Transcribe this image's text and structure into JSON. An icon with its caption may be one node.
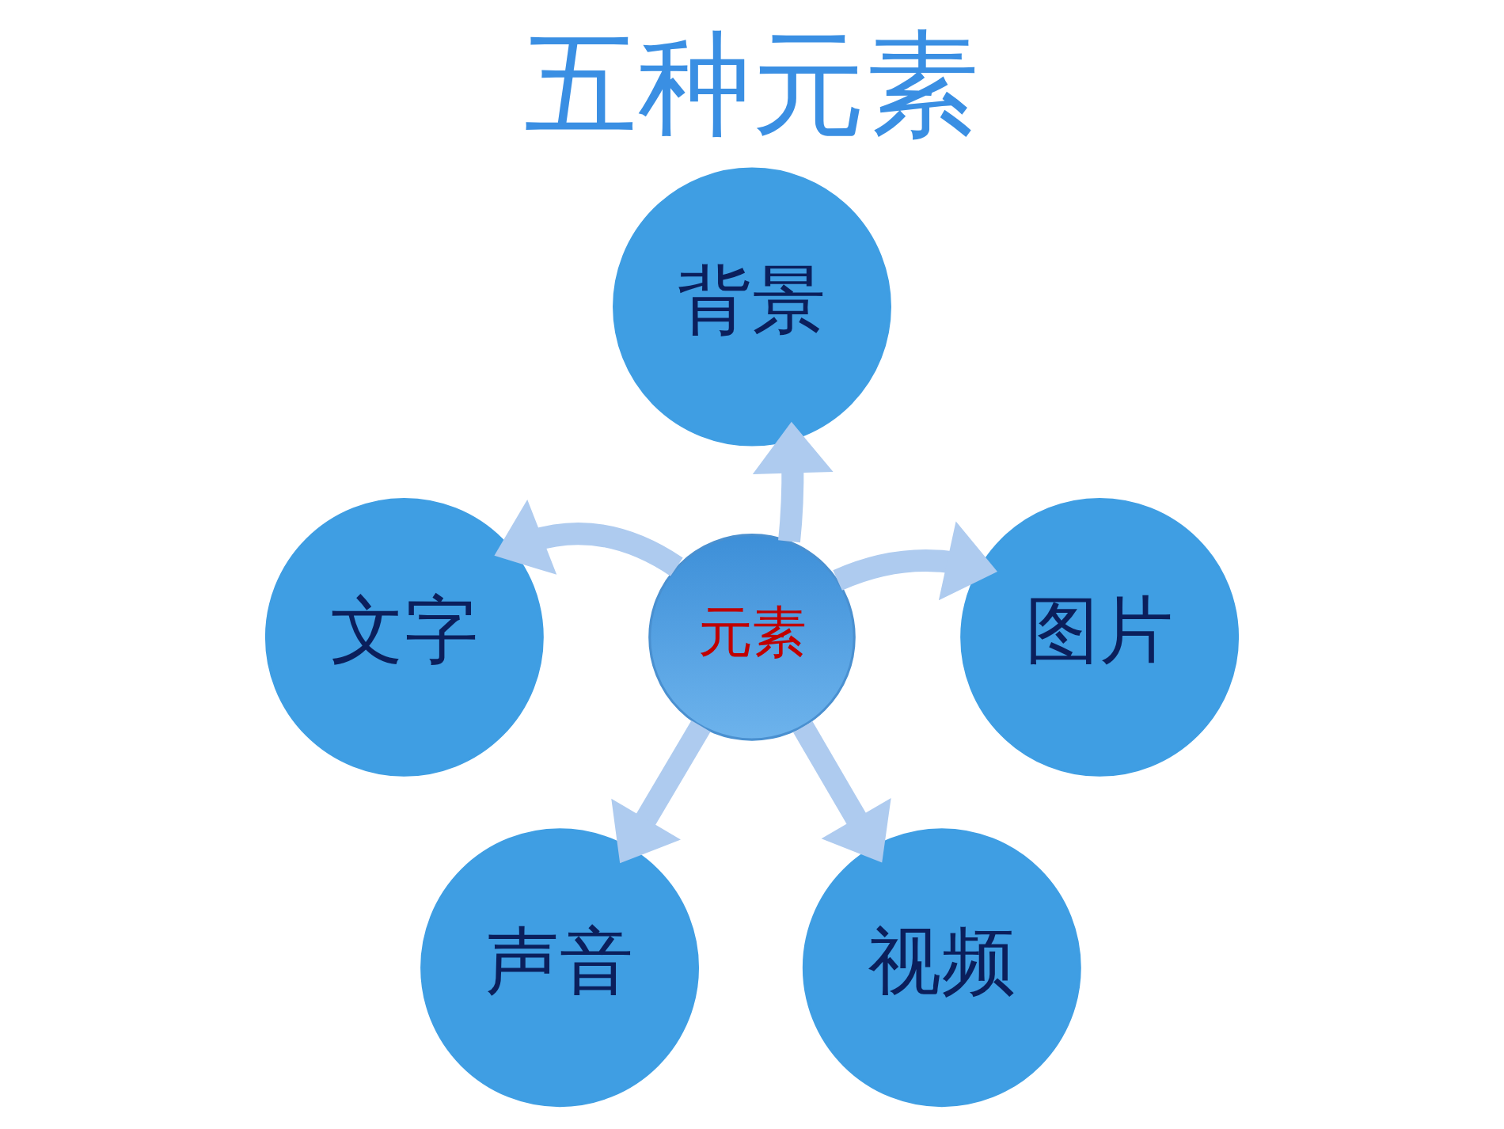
{
  "diagram": {
    "title": "五种元素",
    "nodes": [
      {
        "text": [
          "背景"
        ]
      },
      {
        "text": [
          "文字"
        ]
      },
      {
        "text": [
          "元素"
        ]
      },
      {
        "text": [
          "图片"
        ]
      },
      {
        "text": [
          "声音"
        ]
      },
      {
        "text": [
          "视频"
        ]
      }
    ],
    "edges": [
      {
        "from": 2,
        "to": 0,
        "arrow": "to"
      },
      {
        "from": 2,
        "to": 3,
        "arrow": "to"
      },
      {
        "from": 2,
        "to": 5,
        "arrow": "to"
      },
      {
        "from": 2,
        "to": 4,
        "arrow": "to"
      },
      {
        "from": 2,
        "to": 1,
        "arrow": "to"
      }
    ]
  }
}
